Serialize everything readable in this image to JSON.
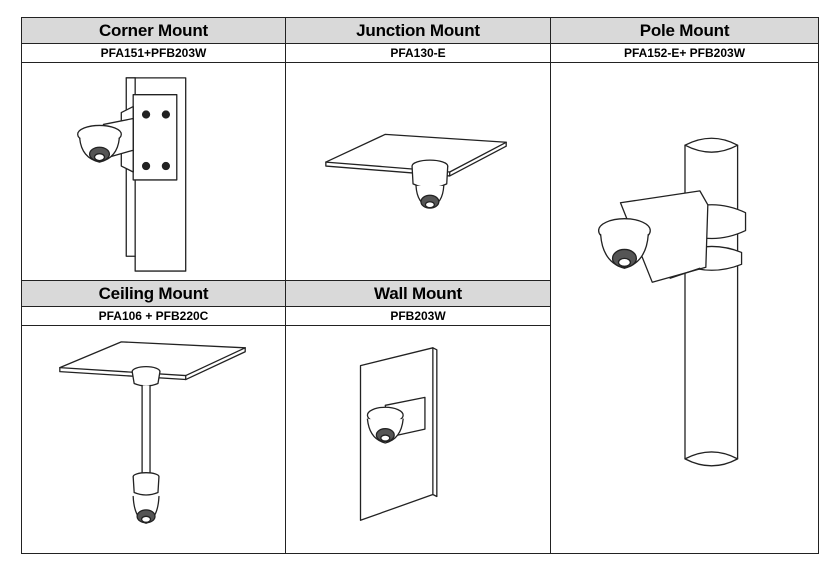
{
  "mounts": [
    {
      "title": "Corner Mount",
      "model": "PFA151+PFB203W"
    },
    {
      "title": "Junction Mount",
      "model": "PFA130-E"
    },
    {
      "title": "Pole Mount",
      "model": "PFA152-E+ PFB203W"
    },
    {
      "title": "Ceiling Mount",
      "model": "PFA106 + PFB220C"
    },
    {
      "title": "Wall Mount",
      "model": "PFB203W"
    }
  ],
  "colors": {
    "header_bg": "#d9d9d9",
    "border": "#222222",
    "line": "#222222"
  }
}
